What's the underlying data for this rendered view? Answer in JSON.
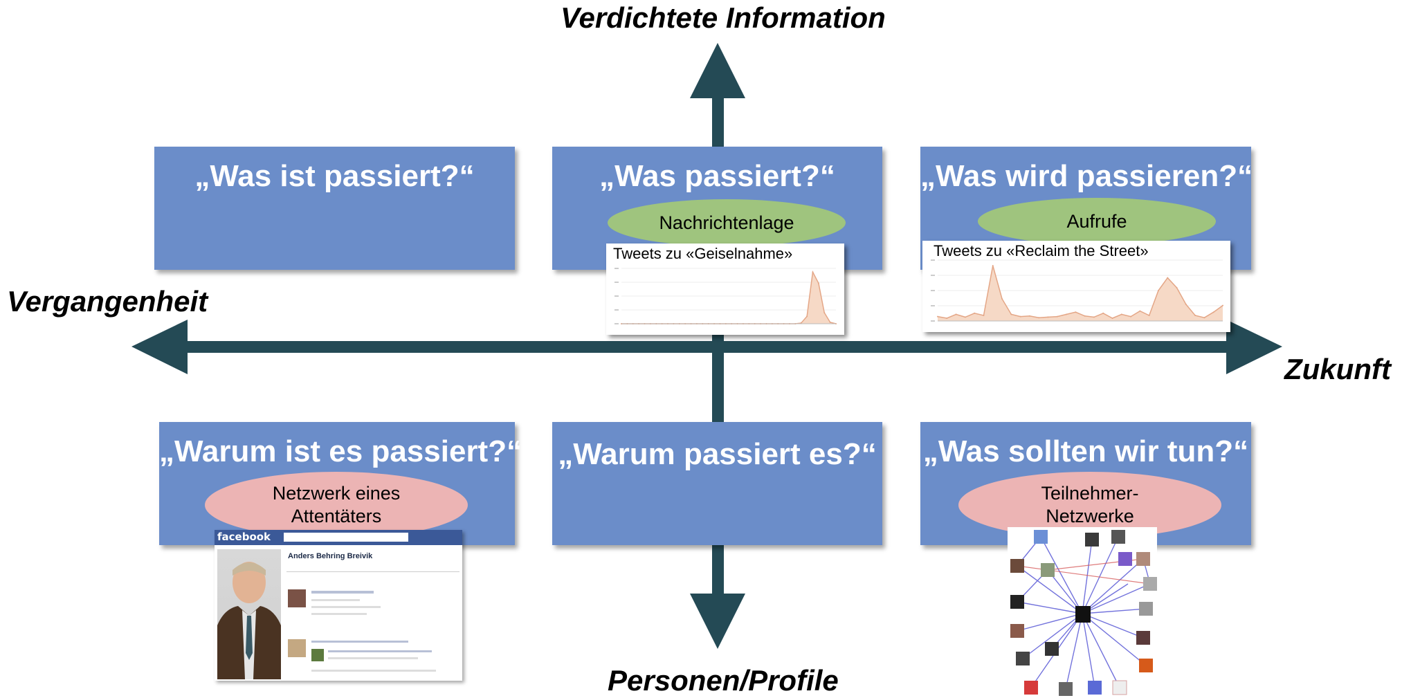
{
  "axes": {
    "top": "Verdichtete Information",
    "bottom": "Personen/Profile",
    "left": "Vergangenheit",
    "right": "Zukunft"
  },
  "boxes": {
    "past_top": "„Was ist passiert?“",
    "present_top": "„Was passiert?“",
    "future_top": "„Was wird passieren?“",
    "past_bottom": "„Warum ist es passiert?“",
    "present_bottom": "„Warum passiert es?“",
    "future_bottom": "„Was sollten wir tun?“"
  },
  "ellipses": {
    "nachrichtenlage": "Nachrichtenlage",
    "aufrufe": "Aufrufe",
    "netzwerk_line1": "Netzwerk eines",
    "netzwerk_line2": "Attentäters",
    "teilnehmer_line1": "Teilnehmer-",
    "teilnehmer_line2": "Netzwerke"
  },
  "colors": {
    "axis": "#244a55",
    "box": "#6b8dc9",
    "green_ellipse": "#9fc47e",
    "pink_ellipse": "#ecb4b4",
    "chart_fill": "#f6d9c6",
    "chart_line": "#e4a686"
  },
  "chart_data": [
    {
      "type": "area",
      "title": "Tweets zu «Geiselnahme»",
      "values": [
        0,
        0,
        0,
        0,
        0,
        0,
        0,
        0,
        0,
        0,
        0,
        0,
        0,
        0,
        0,
        0,
        0,
        0,
        0,
        0,
        0,
        0,
        0,
        0,
        0,
        0,
        0,
        0,
        0,
        0,
        0,
        1,
        10,
        70,
        55,
        15,
        2,
        0
      ],
      "ylim": [
        0,
        75
      ]
    },
    {
      "type": "area",
      "title": "Tweets zu «Reclaim the Street»",
      "values": [
        8,
        5,
        12,
        7,
        14,
        10,
        100,
        40,
        12,
        8,
        9,
        6,
        7,
        8,
        12,
        16,
        9,
        7,
        14,
        5,
        12,
        8,
        18,
        10,
        55,
        78,
        60,
        30,
        10,
        6,
        16,
        28
      ],
      "ylim": [
        0,
        110
      ]
    }
  ],
  "images": {
    "facebook_logo": "facebook",
    "facebook_profile_name": "Anders Behring Breivik"
  }
}
